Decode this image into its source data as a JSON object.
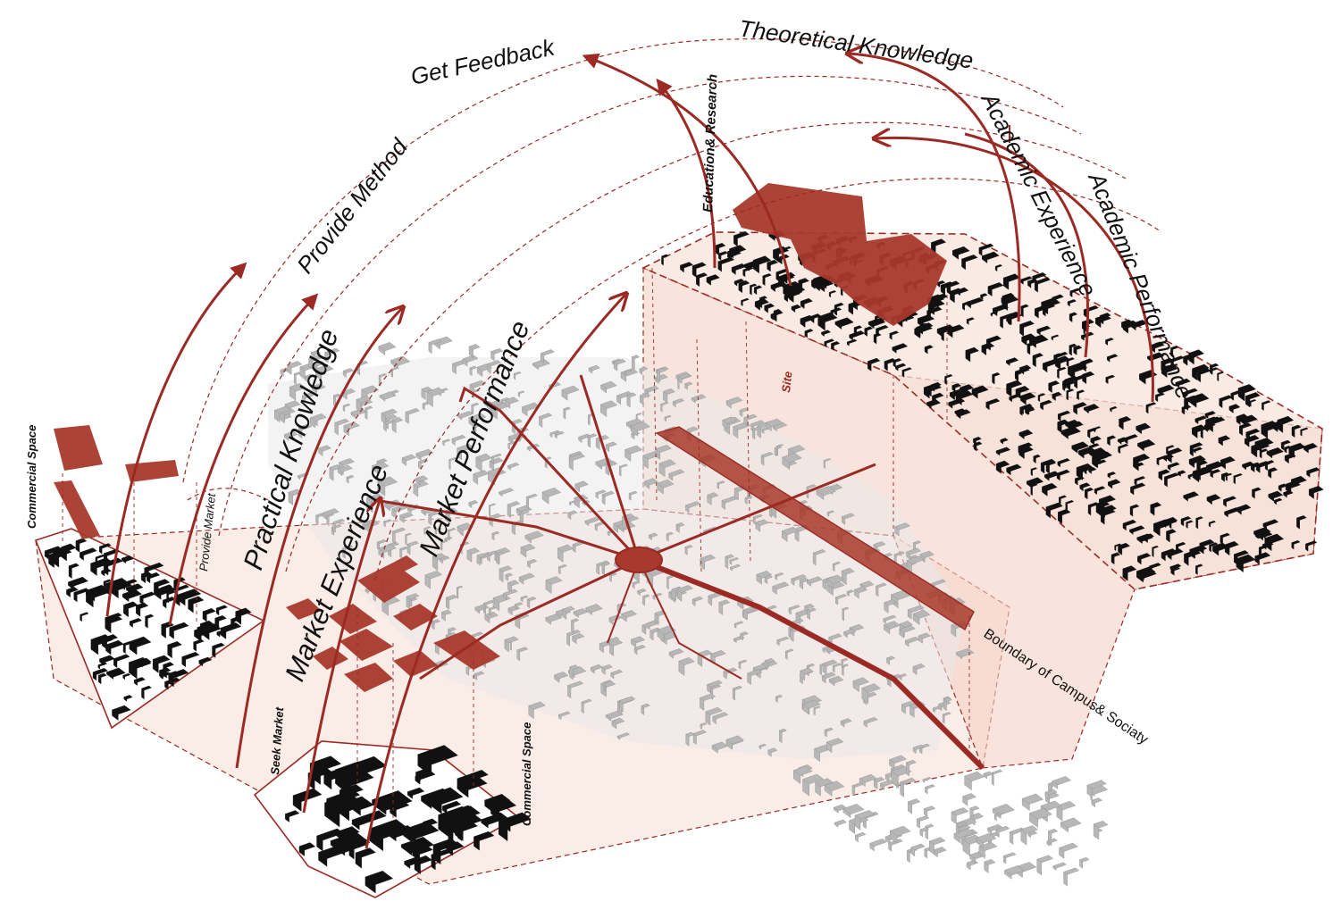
{
  "colors": {
    "accent": "#9b2a24",
    "zone_fill": "#f6dcd2",
    "building_dark": "#111111",
    "building_grey": "#b7b7b7",
    "plot_fill": "#a8392c"
  },
  "labels": {
    "get_feedback": "Get Feedback",
    "theoretical_knowledge": "Theoretical Knowledge",
    "provide_method": "Provide Method",
    "education_research": "Education& Research",
    "academic_experience": "Academic Experience",
    "academic_performance": "Academic Performance",
    "practical_knowledge": "Practical Knowledge",
    "market_performance": "Market Performance",
    "market_experience": "Market Experience",
    "commercial_space_left": "Commercial Space",
    "commercial_space_bottom": "Commercial Space",
    "provide_market": "Provide Market",
    "seek_market": "Seek Market",
    "site": "Site",
    "boundary": "Boundary of Campus& Sociaty"
  }
}
